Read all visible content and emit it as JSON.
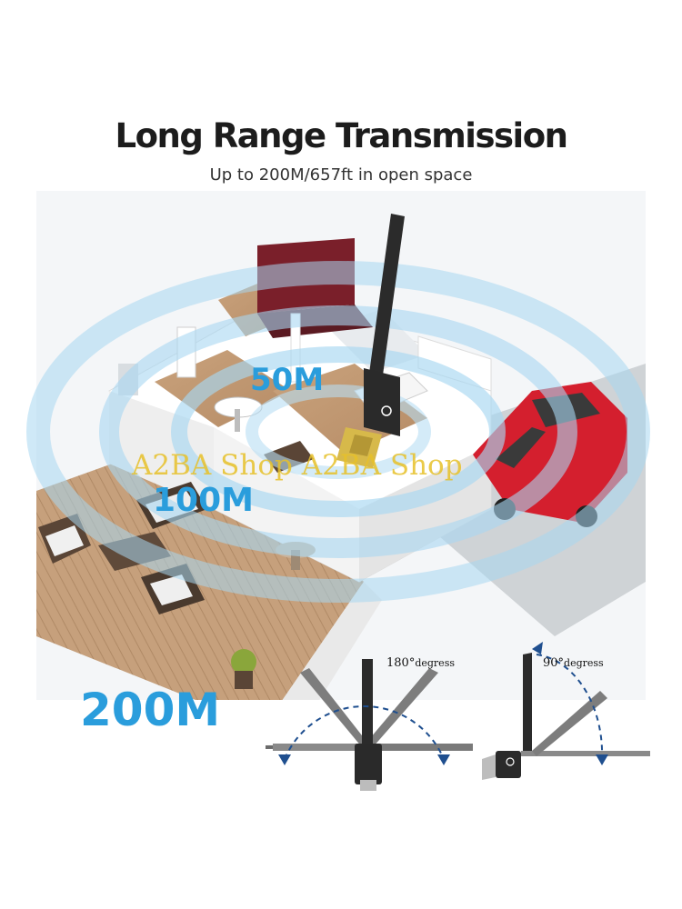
{
  "header": {
    "title": "Long Range Transmission",
    "subtitle": "Up to 200M/657ft in open space"
  },
  "ranges": {
    "r50": "50M",
    "r100": "100M",
    "r200": "200M"
  },
  "watermark": "A2BA Shop A2BA Shop",
  "angles": {
    "a180_value": "180°",
    "a180_unit": "degress",
    "a90_value": "90°",
    "a90_unit": "degress"
  },
  "colors": {
    "accent": "#2a9ddc",
    "watermark": "#e7c12a",
    "arrow": "#1f4f8f",
    "antenna": "#2b2b2b"
  }
}
